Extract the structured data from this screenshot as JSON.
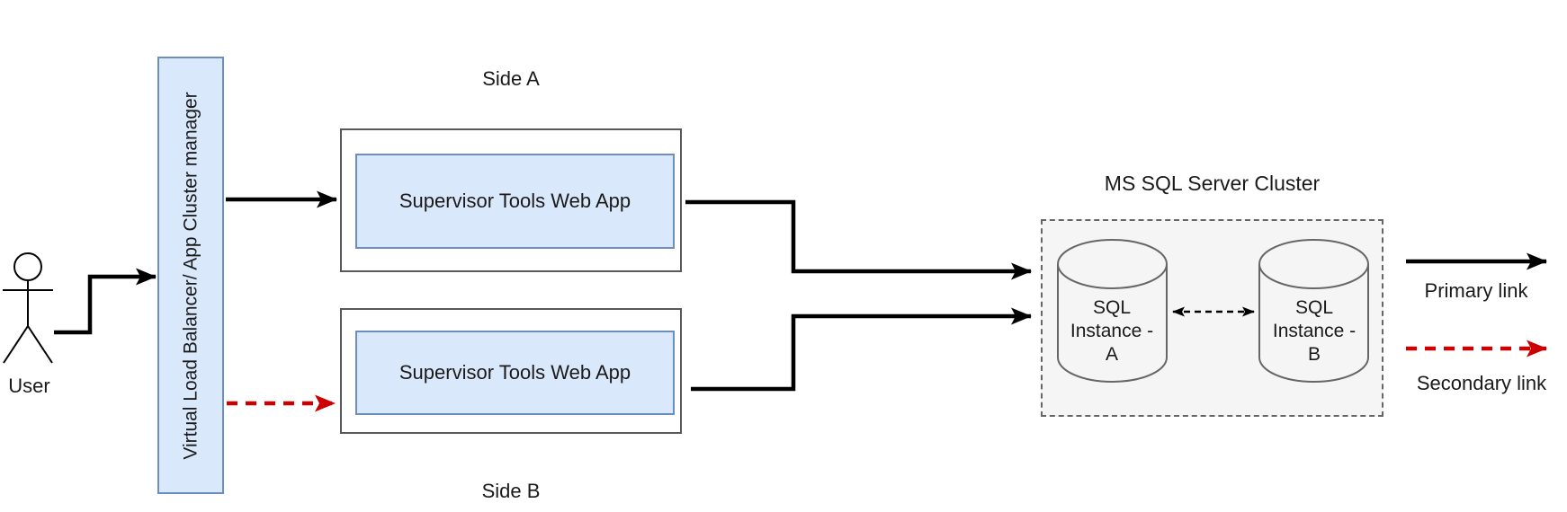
{
  "diagram": {
    "user": {
      "label": "User"
    },
    "load_balancer": {
      "label": "Virtual Load Balancer/ App Cluster manager",
      "fill": "#dae8fc",
      "stroke": "#6c8ebf"
    },
    "side_a": {
      "label": "Side A",
      "app": {
        "label": "Supervisor Tools Web App"
      }
    },
    "side_b": {
      "label": "Side B",
      "app": {
        "label": "Supervisor Tools Web App"
      }
    },
    "sql_cluster": {
      "label": "MS SQL Server Cluster",
      "fill": "#f5f5f5",
      "stroke": "#666666",
      "instance_a": {
        "label": "SQL\nInstance -\nA"
      },
      "instance_b": {
        "label": "SQL\nInstance -\nB"
      }
    },
    "legend": {
      "primary": {
        "label": "Primary link",
        "color": "#000000",
        "style": "solid"
      },
      "secondary": {
        "label": "Secondary link",
        "color": "#cc0000",
        "style": "dashed"
      }
    }
  }
}
